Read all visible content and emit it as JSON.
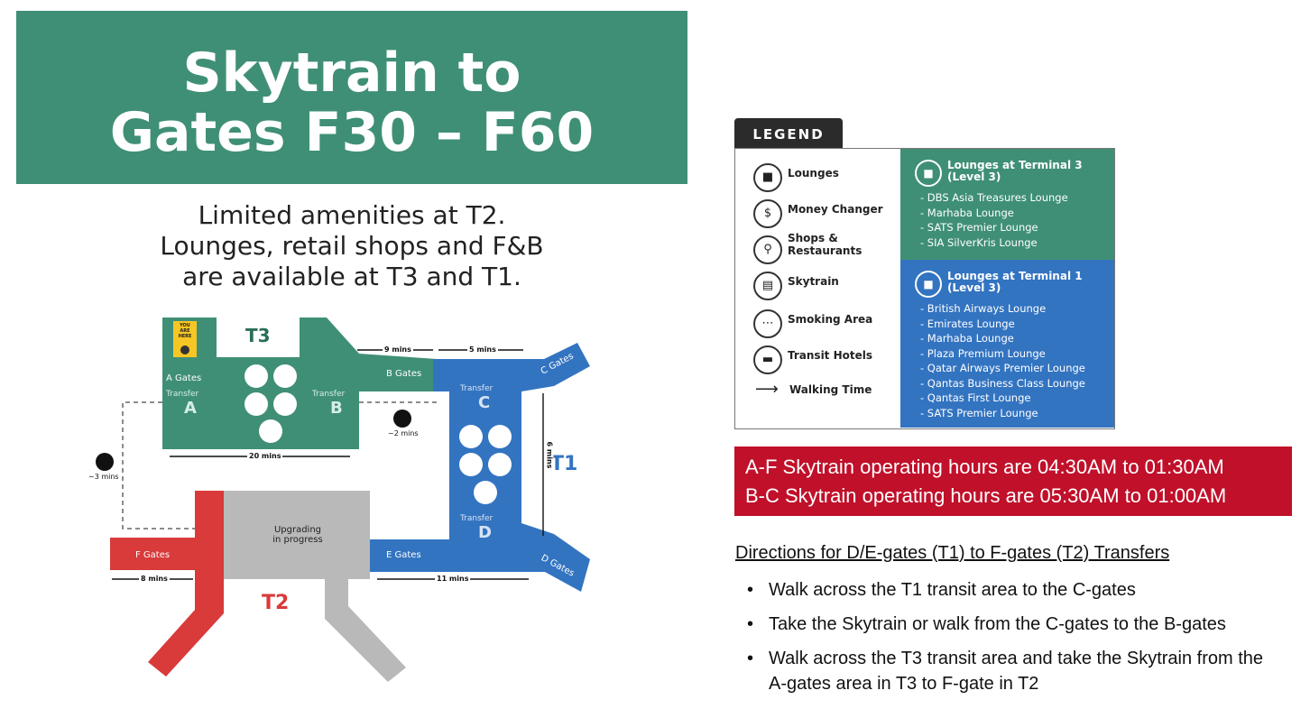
{
  "banner": {
    "title_line1": "Skytrain to",
    "title_line2": "Gates F30 – F60"
  },
  "subtitle": {
    "line1": "Limited amenities at T2.",
    "line2": "Lounges, retail shops and F&B",
    "line3": "are available at T3 and T1."
  },
  "map": {
    "you_are_here": [
      "YOU",
      "ARE",
      "HERE"
    ],
    "terminals": {
      "t3": "T3",
      "t1": "T1",
      "t2": "T2"
    },
    "gates": {
      "a": "A Gates",
      "b": "B Gates",
      "c": "C Gates",
      "d": "D Gates",
      "e": "E Gates",
      "f": "F Gates"
    },
    "transfer_word": "Transfer",
    "transfers": {
      "a": "A",
      "b": "B",
      "c": "C",
      "d": "D"
    },
    "times": {
      "ab_skytrain": "9 mins",
      "bc": "5 mins",
      "t3_walk": "20 mins",
      "t1_walk": "6 mins",
      "f_walk": "8 mins",
      "e_walk": "11 mins",
      "skytrain_bc": "~2 mins",
      "skytrain_af": "~3 mins"
    },
    "upgrade": {
      "line1": "Upgrading",
      "line2": "in progress"
    },
    "colors": {
      "t3": "#3f8f76",
      "t1": "#3374c1",
      "t2": "#d93a3a",
      "grey": "#b9b9b9"
    }
  },
  "legend": {
    "tab": "LEGEND",
    "items": [
      {
        "icon": "lounge-icon",
        "label": "Lounges"
      },
      {
        "icon": "money-changer-icon",
        "label": "Money Changer"
      },
      {
        "icon": "shop-icon",
        "label_line1": "Shops &",
        "label_line2": "Restaurants"
      },
      {
        "icon": "skytrain-icon",
        "label": "Skytrain"
      },
      {
        "icon": "smoking-icon",
        "label": "Smoking Area"
      },
      {
        "icon": "bed-icon",
        "label": "Transit Hotels"
      },
      {
        "icon": "arrow-icon",
        "label": "Walking Time"
      }
    ],
    "t3": {
      "head_line1": "Lounges at Terminal 3",
      "head_line2": "(Level 3)",
      "lounges": [
        "- DBS Asia Treasures Lounge",
        "- Marhaba Lounge",
        "- SATS Premier Lounge",
        "- SIA SilverKris Lounge"
      ]
    },
    "t1": {
      "head_line1": "Lounges at Terminal 1",
      "head_line2": "(Level 3)",
      "lounges": [
        "- British Airways Lounge",
        "- Emirates Lounge",
        "- Marhaba Lounge",
        "- Plaza Premium Lounge",
        "- Qatar Airways Premier Lounge",
        "- Qantas Business Class Lounge",
        "- Qantas First Lounge",
        "- SATS Premier Lounge"
      ]
    }
  },
  "hours": {
    "line1": "A-F Skytrain operating hours are 04:30AM to 01:30AM",
    "line2": "B-C Skytrain operating hours are 05:30AM to 01:00AM"
  },
  "directions": {
    "title": "Directions for D/E-gates (T1) to F-gates (T2) Transfers",
    "bullet": "•",
    "steps": [
      "Walk across the T1 transit area to the C-gates",
      "Take the Skytrain or walk from the C-gates to the B-gates",
      "Walk across the T3 transit area and take the Skytrain from the",
      "A-gates area in T3 to F-gate in T2"
    ]
  }
}
